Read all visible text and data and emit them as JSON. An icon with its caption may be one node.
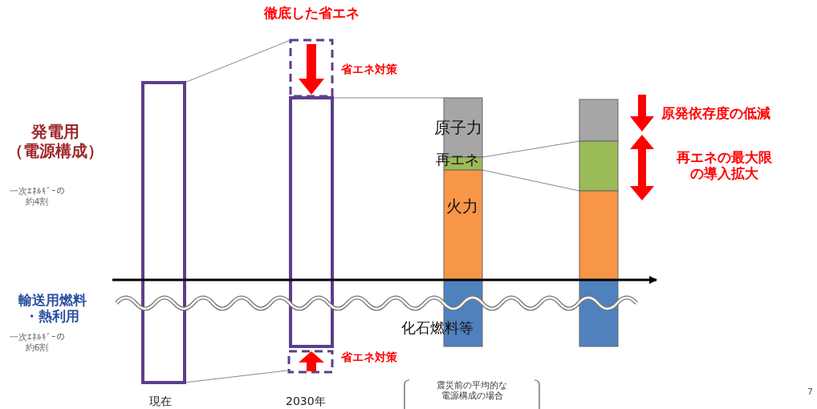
{
  "diagram": {
    "labels": [
      "徹底した省エネ",
      "省エネ対策",
      "原子力",
      "原発依存度の低減",
      "発電用（電源構成）",
      "再エネ",
      "再エネの最大限の導入拡大",
      "一次ｴﾈﾙｷﾞｰの約4割",
      "火力",
      "輸送用燃料・熱利用",
      "化石燃料等",
      "一次ｴﾈﾙｷﾞｰの約6割",
      "省エネ対策",
      "震災前の平均的な電源構成の場合",
      "現在",
      "2030年",
      "7"
    ]
  }
}
